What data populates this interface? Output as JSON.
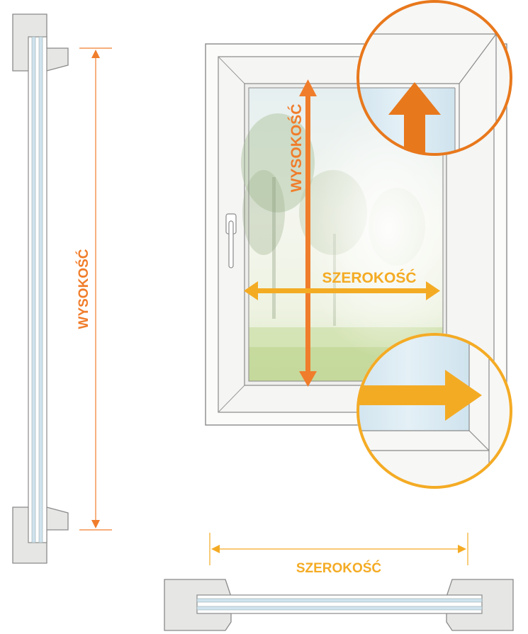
{
  "labels": {
    "height_side": "WYSOKOŚĆ",
    "height_window": "WYSOKOŚĆ",
    "width_window": "SZEROKOŚĆ",
    "width_bottom": "SZEROKOŚĆ"
  },
  "colors": {
    "height": "#f07d2b",
    "width": "#f4ab24",
    "frame_stroke": "#8a8a8a",
    "profile_fill": "#e4e4e2",
    "glass": "#d6e8f2"
  },
  "icons": {
    "window_handle": "handle-icon",
    "magnifier_top": "zoom-circle-icon",
    "magnifier_bottom": "zoom-circle-icon"
  }
}
